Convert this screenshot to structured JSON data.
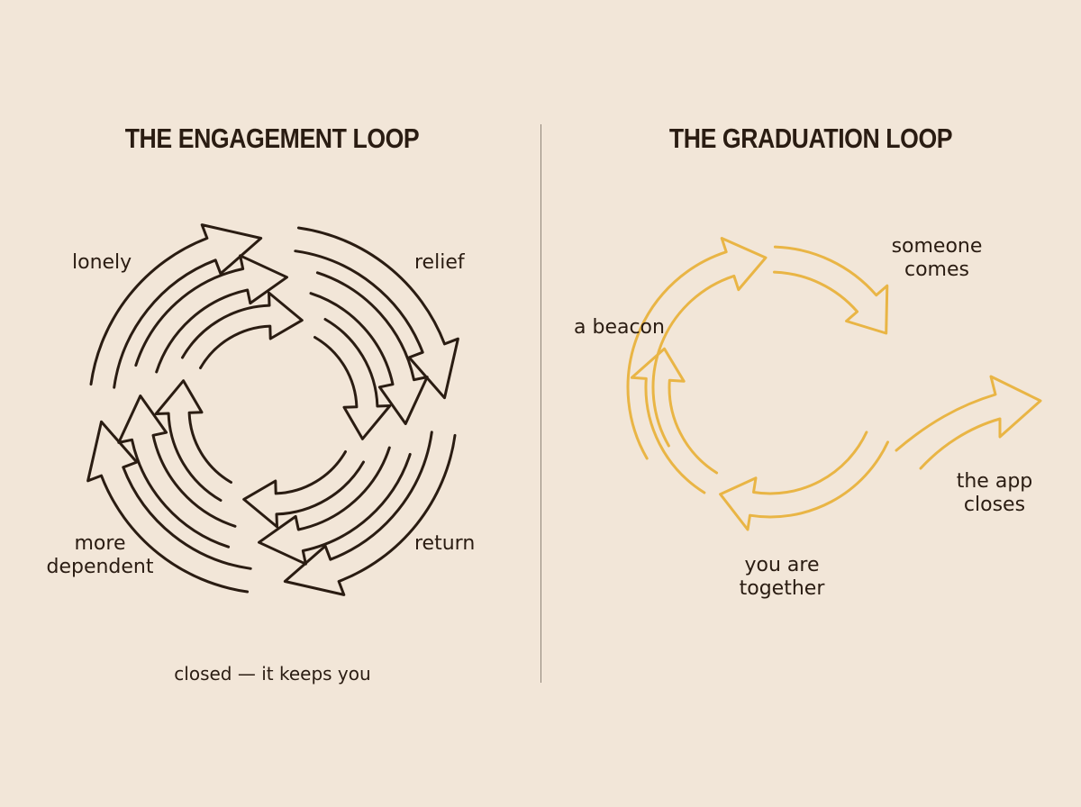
{
  "colors": {
    "background": "#f2e6d8",
    "engagement_stroke": "#2a1c12",
    "graduation_stroke": "#e9b545",
    "text": "#2a1c12"
  },
  "engagement": {
    "title": "THE ENGAGEMENT LOOP",
    "labels": {
      "lonely": "lonely",
      "relief": "relief",
      "return": "return",
      "more_dependent_1": "more",
      "more_dependent_2": "dependent"
    },
    "caption": "closed — it keeps you"
  },
  "graduation": {
    "title": "THE GRADUATION LOOP",
    "labels": {
      "a_beacon": "a beacon",
      "someone_comes_1": "someone",
      "someone_comes_2": "comes",
      "app_closes_1": "the app",
      "app_closes_2": "closes",
      "together_1": "you are",
      "together_2": "together"
    }
  }
}
